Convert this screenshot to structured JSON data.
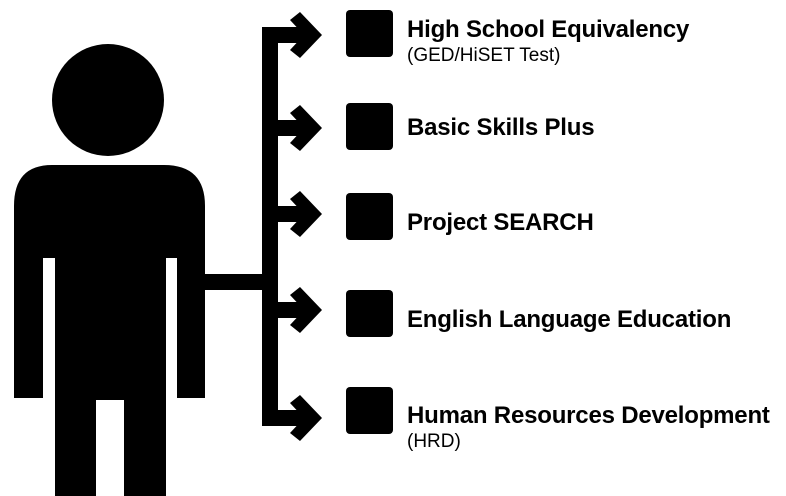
{
  "colors": {
    "ink": "#000000",
    "background": "#ffffff"
  },
  "icons": {
    "person": "person-icon",
    "square": "square-icon",
    "arrow": "arrow-icon"
  },
  "programs": [
    {
      "title": "High School Equivalency",
      "subtitle": "(GED/HiSET Test)"
    },
    {
      "title": "Basic Skills Plus",
      "subtitle": ""
    },
    {
      "title": "Project SEARCH",
      "subtitle": ""
    },
    {
      "title": "English Language Education",
      "subtitle": ""
    },
    {
      "title": "Human Resources Development",
      "subtitle": "(HRD)"
    }
  ]
}
